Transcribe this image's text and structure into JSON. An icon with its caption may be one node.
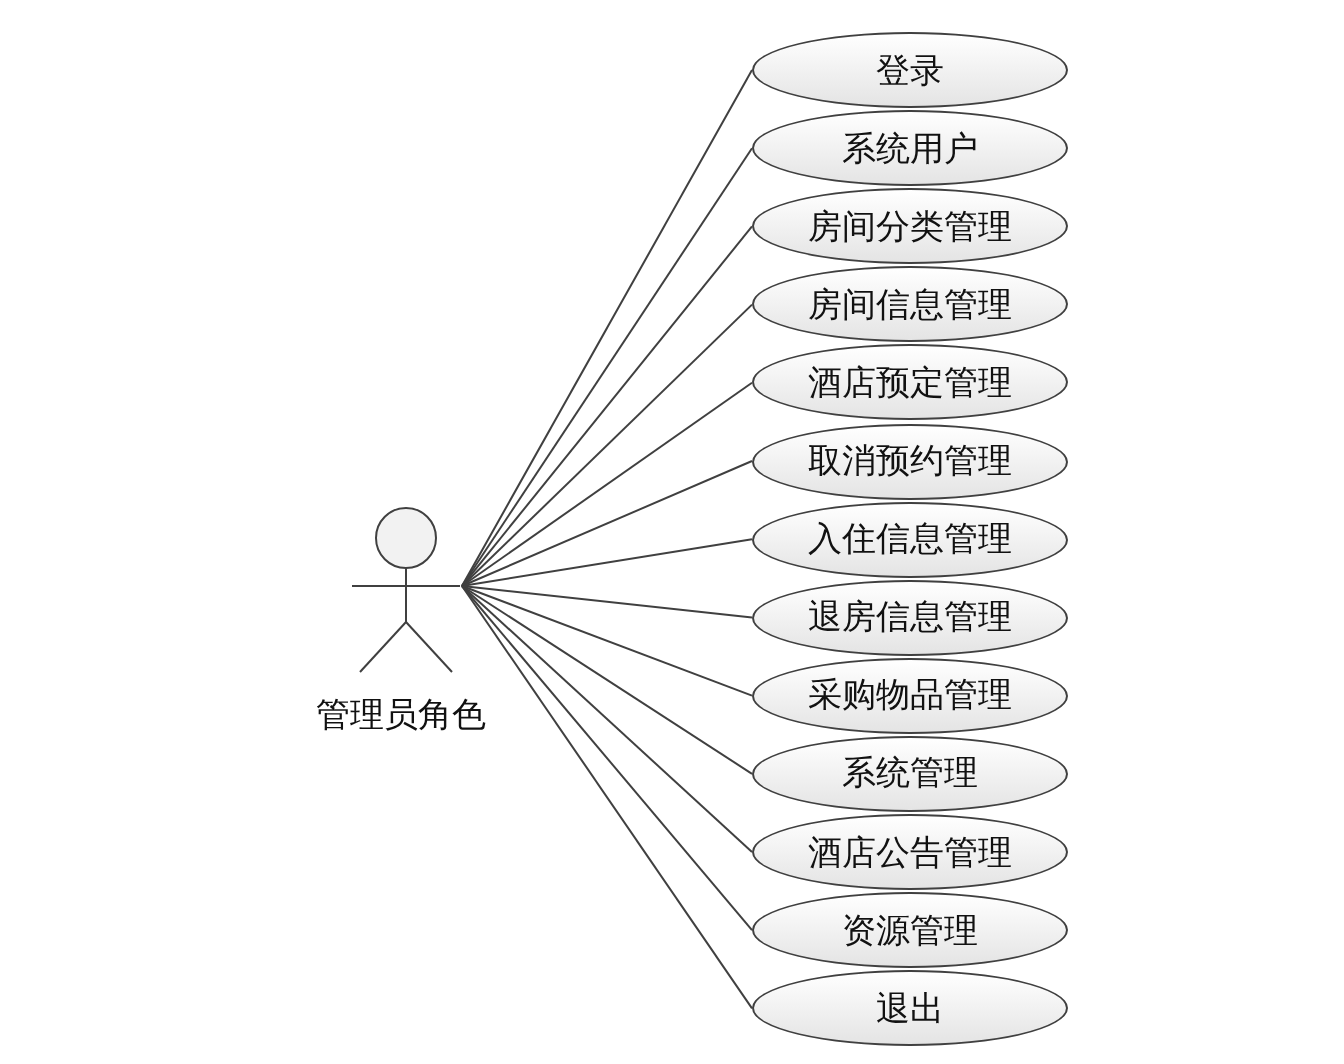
{
  "diagram": {
    "nodes": [
      {
        "text": [
          "管理员角色"
        ]
      },
      {
        "text": [
          "登录"
        ]
      },
      {
        "text": [
          "系统用户"
        ]
      },
      {
        "text": [
          "房间分类管理"
        ]
      },
      {
        "text": [
          "房间信息管理"
        ]
      },
      {
        "text": [
          "酒店预定管理"
        ]
      },
      {
        "text": [
          "取消预约管理"
        ]
      },
      {
        "text": [
          "入住信息管理"
        ]
      },
      {
        "text": [
          "退房信息管理"
        ]
      },
      {
        "text": [
          "采购物品管理"
        ]
      },
      {
        "text": [
          "系统管理"
        ]
      },
      {
        "text": [
          "酒店公告管理"
        ]
      },
      {
        "text": [
          "资源管理"
        ]
      },
      {
        "text": [
          "退出"
        ]
      }
    ],
    "edges": [
      {
        "from": 0,
        "to": 1,
        "arrow": "none"
      },
      {
        "from": 0,
        "to": 2,
        "arrow": "none"
      },
      {
        "from": 0,
        "to": 3,
        "arrow": "none"
      },
      {
        "from": 0,
        "to": 4,
        "arrow": "none"
      },
      {
        "from": 0,
        "to": 5,
        "arrow": "none"
      },
      {
        "from": 0,
        "to": 6,
        "arrow": "none"
      },
      {
        "from": 0,
        "to": 7,
        "arrow": "none"
      },
      {
        "from": 0,
        "to": 8,
        "arrow": "none"
      },
      {
        "from": 0,
        "to": 9,
        "arrow": "none"
      },
      {
        "from": 0,
        "to": 10,
        "arrow": "none"
      },
      {
        "from": 0,
        "to": 11,
        "arrow": "none"
      },
      {
        "from": 0,
        "to": 12,
        "arrow": "none"
      },
      {
        "from": 0,
        "to": 13,
        "arrow": "none"
      }
    ]
  }
}
